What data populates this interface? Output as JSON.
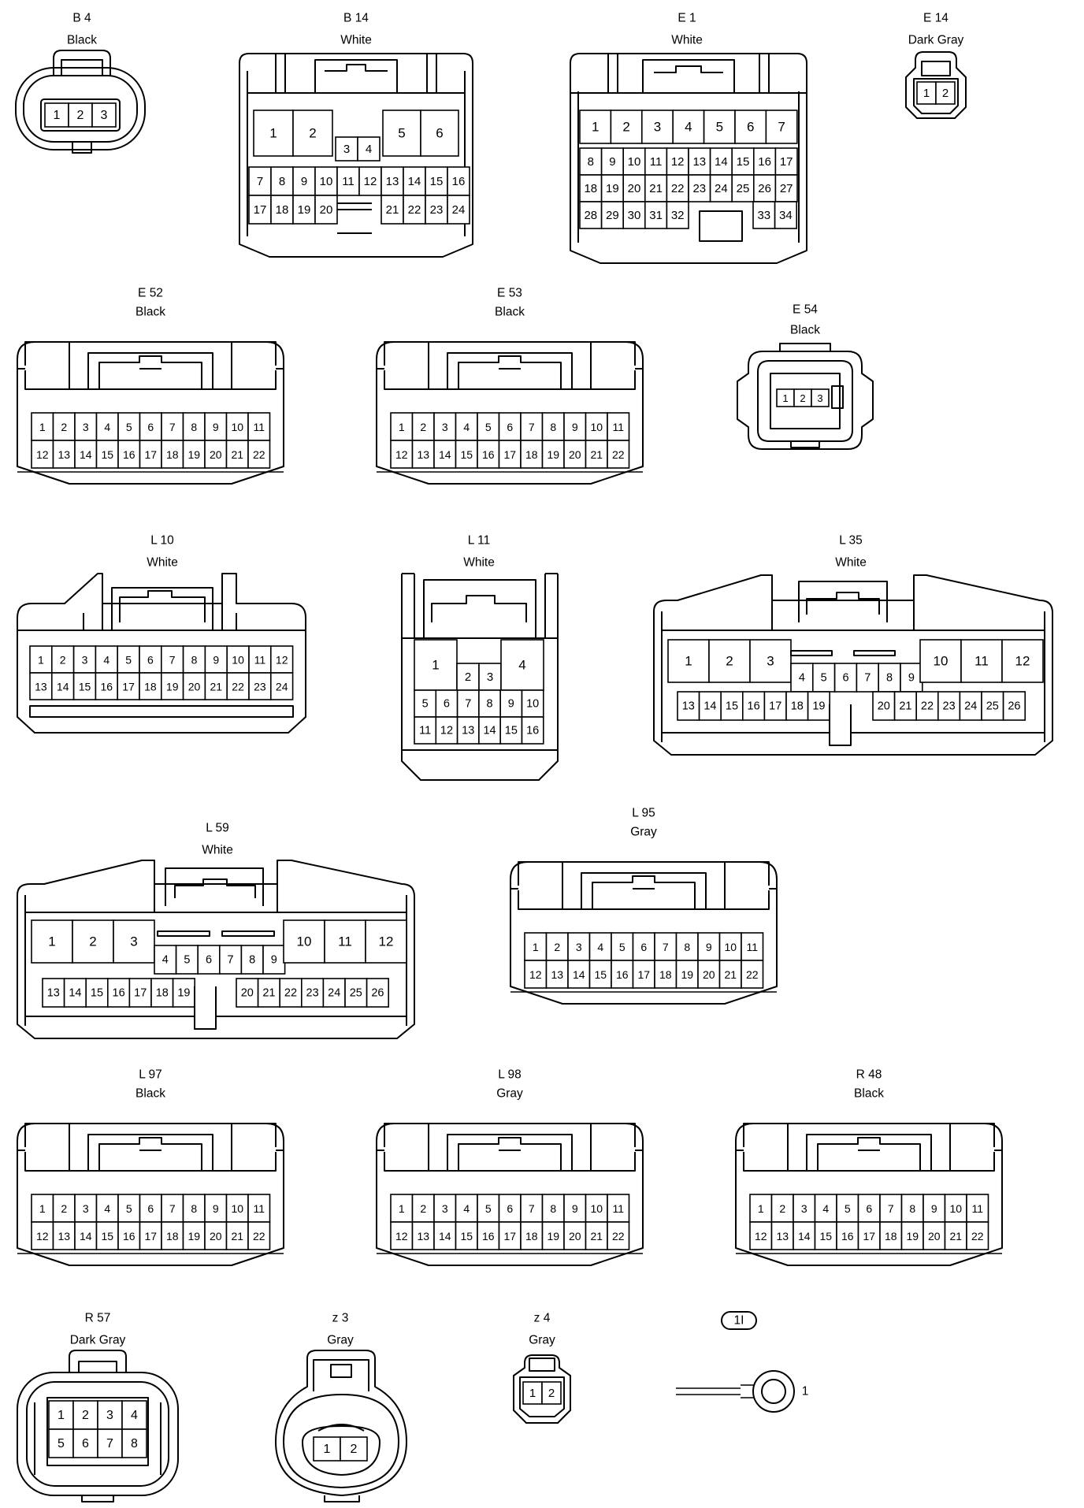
{
  "diagram": {
    "connectors": [
      {
        "id": "B 4",
        "color": "Black",
        "pins": [
          "1",
          "2",
          "3"
        ]
      },
      {
        "id": "B 14",
        "color": "White",
        "pins": [
          "1",
          "2",
          "3",
          "4",
          "5",
          "6",
          "7",
          "8",
          "9",
          "10",
          "11",
          "12",
          "13",
          "14",
          "15",
          "16",
          "17",
          "18",
          "19",
          "20",
          "21",
          "22",
          "23",
          "24"
        ]
      },
      {
        "id": "E 1",
        "color": "White",
        "pins": [
          "1",
          "2",
          "3",
          "4",
          "5",
          "6",
          "7",
          "8",
          "9",
          "10",
          "11",
          "12",
          "13",
          "14",
          "15",
          "16",
          "17",
          "18",
          "19",
          "20",
          "21",
          "22",
          "23",
          "24",
          "25",
          "26",
          "27",
          "28",
          "29",
          "30",
          "31",
          "32",
          "33",
          "34"
        ]
      },
      {
        "id": "E 14",
        "color": "Dark Gray",
        "pins": [
          "1",
          "2"
        ]
      },
      {
        "id": "E 52",
        "color": "Black",
        "pins": [
          "1",
          "2",
          "3",
          "4",
          "5",
          "6",
          "7",
          "8",
          "9",
          "10",
          "11",
          "12",
          "13",
          "14",
          "15",
          "16",
          "17",
          "18",
          "19",
          "20",
          "21",
          "22"
        ]
      },
      {
        "id": "E 53",
        "color": "Black",
        "pins": [
          "1",
          "2",
          "3",
          "4",
          "5",
          "6",
          "7",
          "8",
          "9",
          "10",
          "11",
          "12",
          "13",
          "14",
          "15",
          "16",
          "17",
          "18",
          "19",
          "20",
          "21",
          "22"
        ]
      },
      {
        "id": "E 54",
        "color": "Black",
        "pins": [
          "1",
          "2",
          "3"
        ]
      },
      {
        "id": "L 10",
        "color": "White",
        "pins": [
          "1",
          "2",
          "3",
          "4",
          "5",
          "6",
          "7",
          "8",
          "9",
          "10",
          "11",
          "12",
          "13",
          "14",
          "15",
          "16",
          "17",
          "18",
          "19",
          "20",
          "21",
          "22",
          "23",
          "24"
        ]
      },
      {
        "id": "L 11",
        "color": "White",
        "pins": [
          "1",
          "2",
          "3",
          "4",
          "5",
          "6",
          "7",
          "8",
          "9",
          "10",
          "11",
          "12",
          "13",
          "14",
          "15",
          "16"
        ]
      },
      {
        "id": "L 35",
        "color": "White",
        "pins": [
          "1",
          "2",
          "3",
          "4",
          "5",
          "6",
          "7",
          "8",
          "9",
          "10",
          "11",
          "12",
          "13",
          "14",
          "15",
          "16",
          "17",
          "18",
          "19",
          "20",
          "21",
          "22",
          "23",
          "24",
          "25",
          "26"
        ]
      },
      {
        "id": "L 59",
        "color": "White",
        "pins": [
          "1",
          "2",
          "3",
          "4",
          "5",
          "6",
          "7",
          "8",
          "9",
          "10",
          "11",
          "12",
          "13",
          "14",
          "15",
          "16",
          "17",
          "18",
          "19",
          "20",
          "21",
          "22",
          "23",
          "24",
          "25",
          "26"
        ]
      },
      {
        "id": "L 95",
        "color": "Gray",
        "pins": [
          "1",
          "2",
          "3",
          "4",
          "5",
          "6",
          "7",
          "8",
          "9",
          "10",
          "11",
          "12",
          "13",
          "14",
          "15",
          "16",
          "17",
          "18",
          "19",
          "20",
          "21",
          "22"
        ]
      },
      {
        "id": "L 97",
        "color": "Black",
        "pins": [
          "1",
          "2",
          "3",
          "4",
          "5",
          "6",
          "7",
          "8",
          "9",
          "10",
          "11",
          "12",
          "13",
          "14",
          "15",
          "16",
          "17",
          "18",
          "19",
          "20",
          "21",
          "22"
        ]
      },
      {
        "id": "L 98",
        "color": "Gray",
        "pins": [
          "1",
          "2",
          "3",
          "4",
          "5",
          "6",
          "7",
          "8",
          "9",
          "10",
          "11",
          "12",
          "13",
          "14",
          "15",
          "16",
          "17",
          "18",
          "19",
          "20",
          "21",
          "22"
        ]
      },
      {
        "id": "R 48",
        "color": "Black",
        "pins": [
          "1",
          "2",
          "3",
          "4",
          "5",
          "6",
          "7",
          "8",
          "9",
          "10",
          "11",
          "12",
          "13",
          "14",
          "15",
          "16",
          "17",
          "18",
          "19",
          "20",
          "21",
          "22"
        ]
      },
      {
        "id": "R 57",
        "color": "Dark Gray",
        "pins": [
          "1",
          "2",
          "3",
          "4",
          "5",
          "6",
          "7",
          "8"
        ]
      },
      {
        "id": "z 3",
        "color": "Gray",
        "pins": [
          "1",
          "2"
        ]
      },
      {
        "id": "z 4",
        "color": "Gray",
        "pins": [
          "1",
          "2"
        ]
      },
      {
        "id": "1I",
        "color": "",
        "pins": [
          "1"
        ]
      }
    ]
  }
}
